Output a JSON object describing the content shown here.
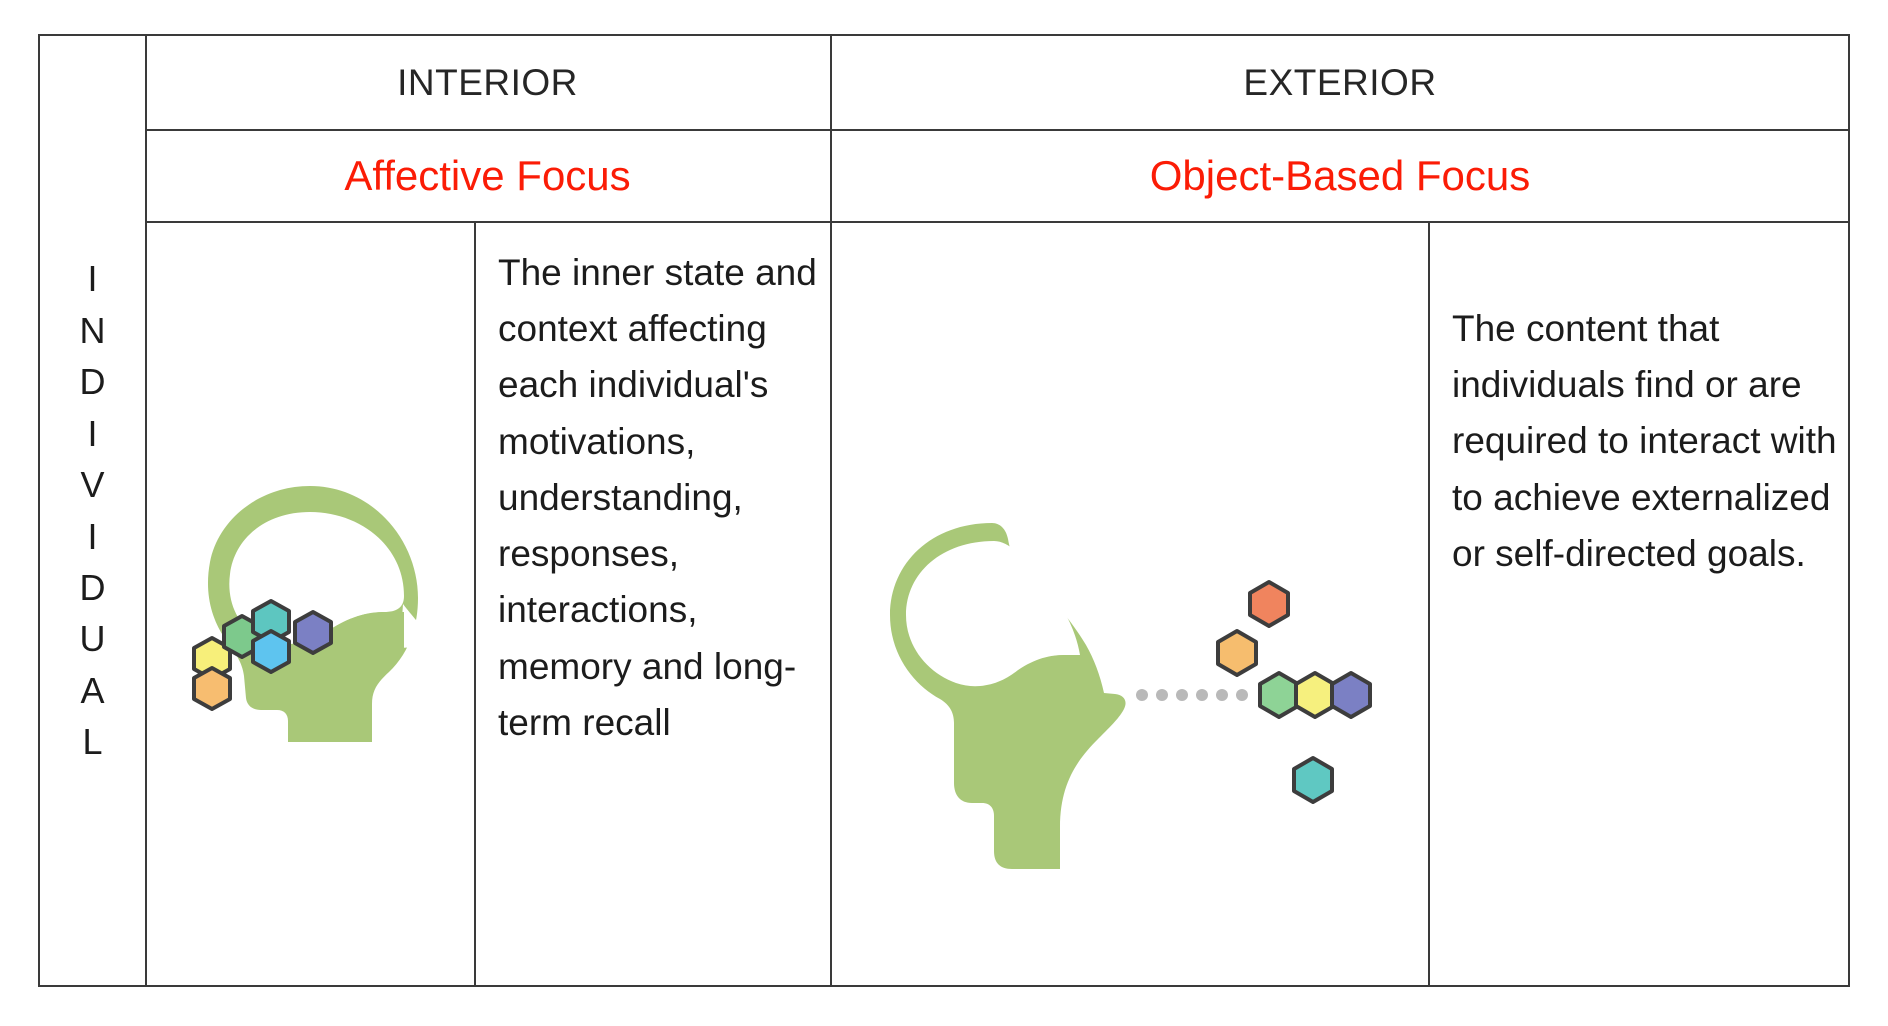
{
  "table": {
    "row_label": "INDIVIDUAL",
    "row_label_letters": [
      "I",
      "N",
      "D",
      "I",
      "V",
      "I",
      "D",
      "U",
      "A",
      "L"
    ],
    "columns": [
      {
        "header": "INTERIOR",
        "focus": "Affective Focus",
        "figure": "brain-with-internal-hexagons-icon",
        "description": "The inner state and context affecting  each individual's motivations, understanding, responses, interactions, memory and long-term recall"
      },
      {
        "header": "EXTERIOR",
        "focus": "Object-Based Focus",
        "figure": "head-with-external-hexagons-icon",
        "description": "The content that individuals find or are required to interact with to achieve externalized or self-directed goals."
      }
    ]
  },
  "colors": {
    "focus_text": "#fb1c06",
    "body_text": "#1c1c1c",
    "border": "#3a3a3a",
    "head_green": "#a9c878",
    "hex_outline": "#3d3d3d",
    "interior_hexagons": [
      "#f7ef7a",
      "#f7bd70",
      "#7dc98c",
      "#5dc6c0",
      "#5ec4ef",
      "#7b80c4"
    ],
    "exterior_hexagons": [
      "#f0845e",
      "#f6bd6e",
      "#8ed396",
      "#f6f07e",
      "#7b80c4",
      "#5fc8c2"
    ],
    "dots": "#b9b9b9"
  }
}
